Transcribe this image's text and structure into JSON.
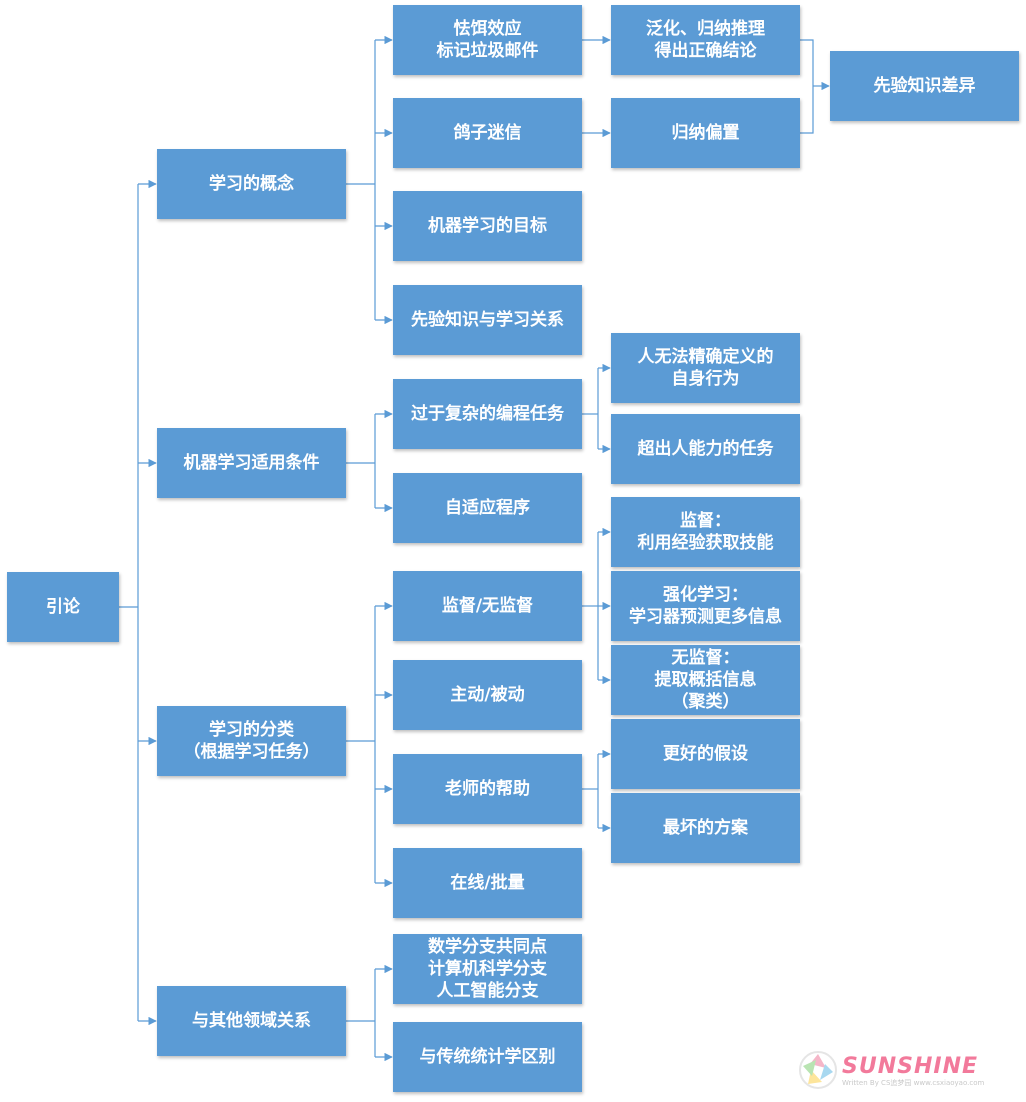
{
  "colors": {
    "node_fill": "#5b9bd5",
    "node_text": "#ffffff",
    "connector": "#5b9bd5"
  },
  "nodes": {
    "root": [
      "引论"
    ],
    "concept": [
      "学习的概念"
    ],
    "conditions": [
      "机器学习适用条件"
    ],
    "classification": [
      "学习的分类",
      "（根据学习任务）"
    ],
    "relation": [
      "与其他领域关系"
    ],
    "bait": [
      "怯饵效应",
      "标记垃圾邮件"
    ],
    "pigeon": [
      "鸽子迷信"
    ],
    "goal": [
      "机器学习的目标"
    ],
    "prior_relation": [
      "先验知识与学习关系"
    ],
    "complex_task": [
      "过于复杂的编程任务"
    ],
    "adaptive": [
      "自适应程序"
    ],
    "supervision": [
      "监督/无监督"
    ],
    "active": [
      "主动/被动"
    ],
    "teacher": [
      "老师的帮助"
    ],
    "online": [
      "在线/批量"
    ],
    "math_branch": [
      "数学分支共同点",
      "计算机科学分支",
      "人工智能分支"
    ],
    "stats": [
      "与传统统计学区别"
    ],
    "generalize": [
      "泛化、归纳推理",
      "得出正确结论"
    ],
    "bias": [
      "归纳偏置"
    ],
    "undefinable": [
      "人无法精确定义的",
      "自身行为"
    ],
    "beyond": [
      "超出人能力的任务"
    ],
    "supervised": [
      "监督：",
      "利用经验获取技能"
    ],
    "reinforce": [
      "强化学习：",
      "学习器预测更多信息"
    ],
    "unsupervised": [
      "无监督：",
      "提取概括信息",
      "（聚类）"
    ],
    "better": [
      "更好的假设"
    ],
    "worst": [
      "最坏的方案"
    ],
    "prior_diff": [
      "先验知识差异"
    ]
  },
  "watermark": {
    "brand": "SUNSHINE",
    "byline": "Written By CS追梦园  www.csxiaoyao.com",
    "logo": "aperture-logo-icon"
  }
}
